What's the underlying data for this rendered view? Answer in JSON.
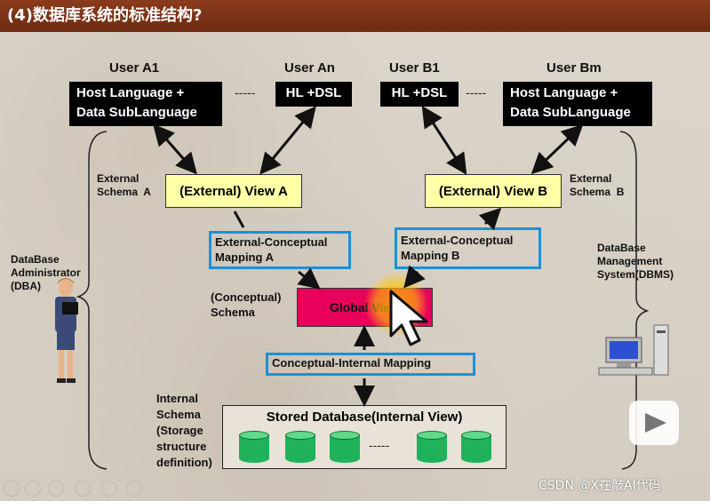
{
  "header": {
    "title": "(4)数据库系统的标准结构?"
  },
  "users": {
    "a1": "User A1",
    "an": "User An",
    "b1": "User B1",
    "bm": "User Bm"
  },
  "boxes": {
    "host_a1": "Host Language +\nData SubLanguage",
    "hl_an": "HL +DSL",
    "hl_b1": "HL +DSL",
    "host_bm": "Host Language +\nData SubLanguage",
    "view_a": "(External) View  A",
    "view_b": "(External) View  B",
    "global": "Global View"
  },
  "labels": {
    "external_schema_a": "External\nSchema  A",
    "external_schema_b": "External\nSchema  B",
    "conceptual_schema": "(Conceptual)\nSchema",
    "internal_schema": "Internal\nSchema\n(Storage\nstructure\ndefinition)",
    "dba": "DataBase\nAdministrator\n(DBA)",
    "dbms": "DataBase\nManagement\nSystem(DBMS)",
    "dashes_top_left": "-----",
    "dashes_top_right": "-----",
    "dashes_db": "-----"
  },
  "mappings": {
    "ec_a": "External-Conceptual\nMapping A",
    "ec_b": "External-Conceptual\nMapping B",
    "ci": "Conceptual-Internal Mapping"
  },
  "stored": {
    "title": "Stored Database(Internal View)"
  },
  "watermark": "CSDN @X在敲AI代码",
  "colors": {
    "title_bar": "#7a3217",
    "mapping_border": "#1e90d6",
    "view_fill": "#ffffa8",
    "global_fill": "#e8005a",
    "cylinder": "#1fb25a"
  }
}
